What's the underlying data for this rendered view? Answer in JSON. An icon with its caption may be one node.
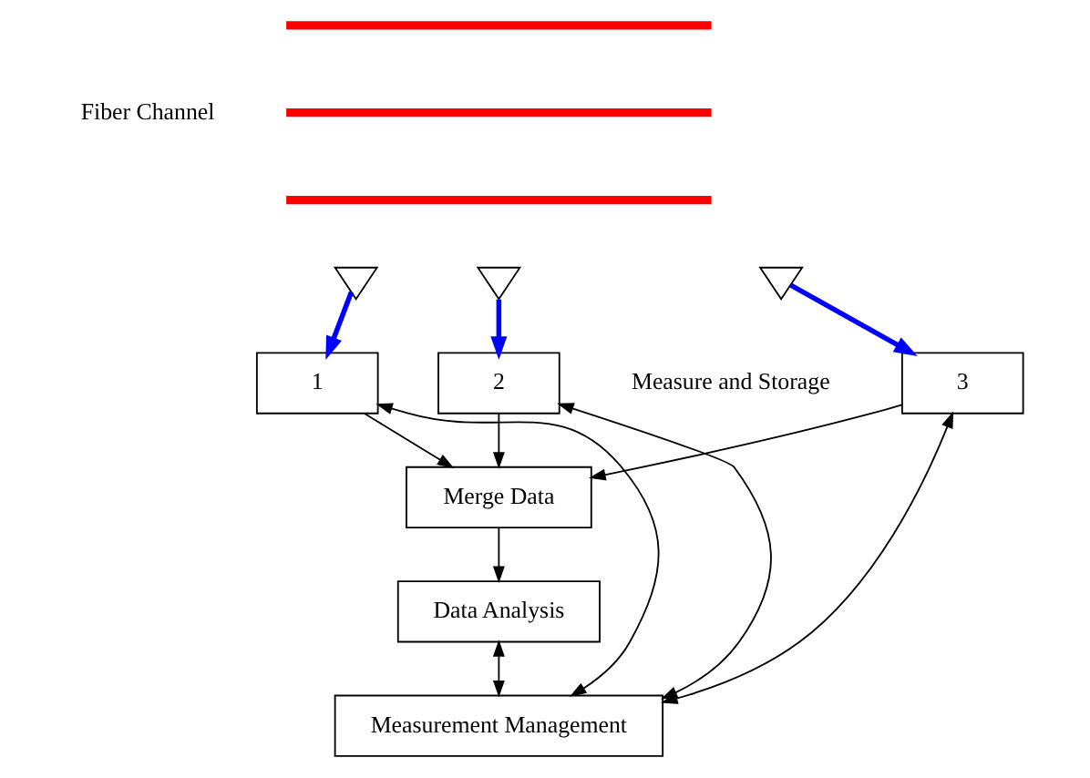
{
  "diagram": {
    "nodes": [
      {
        "text": [],
        "shape": "bar"
      },
      {
        "text": [],
        "shape": "bar"
      },
      {
        "text": [],
        "shape": "bar"
      },
      {
        "text": [],
        "shape": "triangle"
      },
      {
        "text": [],
        "shape": "triangle"
      },
      {
        "text": [],
        "shape": "triangle"
      },
      {
        "text": [
          "1"
        ]
      },
      {
        "text": [
          "2"
        ]
      },
      {
        "text": [
          "3"
        ]
      },
      {
        "text": [
          "Merge Data"
        ]
      },
      {
        "text": [
          "Measurement Management"
        ]
      },
      {
        "text": [
          "Data Analysis"
        ]
      }
    ],
    "edges": [
      {
        "from": 3,
        "to": 6,
        "arrow": "to",
        "style": "thick",
        "color": "#0000ff"
      },
      {
        "from": 4,
        "to": 7,
        "arrow": "to",
        "style": "thick",
        "color": "#0000ff"
      },
      {
        "from": 5,
        "to": 8,
        "arrow": "to",
        "style": "thick",
        "color": "#0000ff"
      },
      {
        "from": 10,
        "to": 6,
        "arrow": "both"
      },
      {
        "from": 10,
        "to": 7,
        "arrow": "both"
      },
      {
        "from": 10,
        "to": 8,
        "arrow": "both"
      },
      {
        "from": 6,
        "to": 9,
        "arrow": "to"
      },
      {
        "from": 7,
        "to": 9,
        "arrow": "to"
      },
      {
        "from": 8,
        "to": 9,
        "arrow": "to"
      },
      {
        "from": 9,
        "to": 11,
        "arrow": "to"
      },
      {
        "from": 11,
        "to": 10,
        "arrow": "both"
      }
    ],
    "labels": [
      "Fiber Channel",
      "Measure and Storage"
    ]
  }
}
